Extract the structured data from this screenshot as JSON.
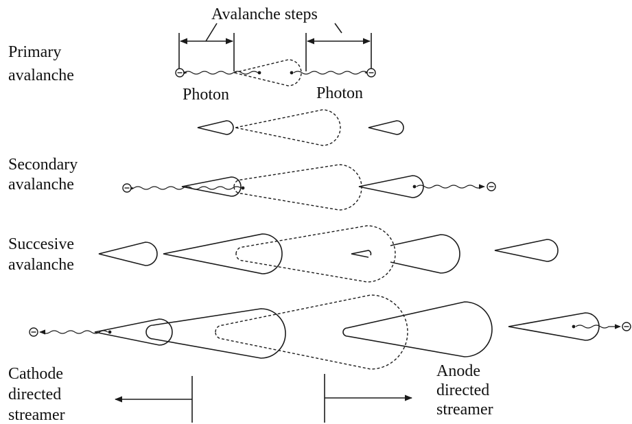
{
  "labels": {
    "avalanche_steps": "Avalanche steps",
    "primary_line1": "Primary",
    "primary_line2": "avalanche",
    "photon_left": "Photon",
    "photon_right": "Photon",
    "secondary_line1": "Secondary",
    "secondary_line2": "avalanche",
    "successive_line1": "Succesive",
    "successive_line2": "avalanche",
    "cathode_line1": "Cathode",
    "cathode_line2": "directed",
    "cathode_line3": "streamer",
    "anode_line1": "Anode",
    "anode_line2": "directed",
    "anode_line3": "streamer"
  },
  "colors": {
    "ink": "#1a1a1a",
    "background": "#ffffff"
  }
}
